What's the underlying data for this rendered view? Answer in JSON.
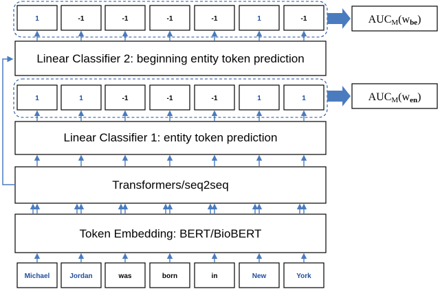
{
  "colors": {
    "accent_blue": "#1f4e9b",
    "arrow_blue": "#4a7bbf",
    "box_border": "#000000",
    "dashed_border": "#1f4e9b"
  },
  "input_tokens": [
    {
      "text": "Michael",
      "color": "#1f4e9b"
    },
    {
      "text": "Jordan",
      "color": "#1f4e9b"
    },
    {
      "text": "was",
      "color": "#000000"
    },
    {
      "text": "born",
      "color": "#000000"
    },
    {
      "text": "in",
      "color": "#000000"
    },
    {
      "text": "New",
      "color": "#1f4e9b"
    },
    {
      "text": "York",
      "color": "#1f4e9b"
    }
  ],
  "embedding_layer": {
    "label": "Token Embedding: BERT/BioBERT"
  },
  "transformer_layer": {
    "label": "Transformers/seq2seq"
  },
  "classifier1": {
    "label": "Linear Classifier 1: entity token prediction"
  },
  "classifier2": {
    "label": "Linear Classifier 2: beginning entity token prediction"
  },
  "entity_labels": [
    {
      "text": "1",
      "color": "#1f4e9b"
    },
    {
      "text": "1",
      "color": "#1f4e9b"
    },
    {
      "text": "-1",
      "color": "#000000"
    },
    {
      "text": "-1",
      "color": "#000000"
    },
    {
      "text": "-1",
      "color": "#000000"
    },
    {
      "text": "1",
      "color": "#1f4e9b"
    },
    {
      "text": "1",
      "color": "#1f4e9b"
    }
  ],
  "beginning_labels": [
    {
      "text": "1",
      "color": "#1f4e9b"
    },
    {
      "text": "-1",
      "color": "#000000"
    },
    {
      "text": "-1",
      "color": "#000000"
    },
    {
      "text": "-1",
      "color": "#000000"
    },
    {
      "text": "-1",
      "color": "#000000"
    },
    {
      "text": "1",
      "color": "#1f4e9b"
    },
    {
      "text": "-1",
      "color": "#000000"
    }
  ],
  "auc_en": {
    "main": "AUC",
    "sub": "M",
    "open": "(w",
    "bold_sub": "en",
    "close": ")"
  },
  "auc_be": {
    "main": "AUC",
    "sub": "M",
    "open": "(w",
    "bold_sub": "be",
    "close": ")"
  }
}
